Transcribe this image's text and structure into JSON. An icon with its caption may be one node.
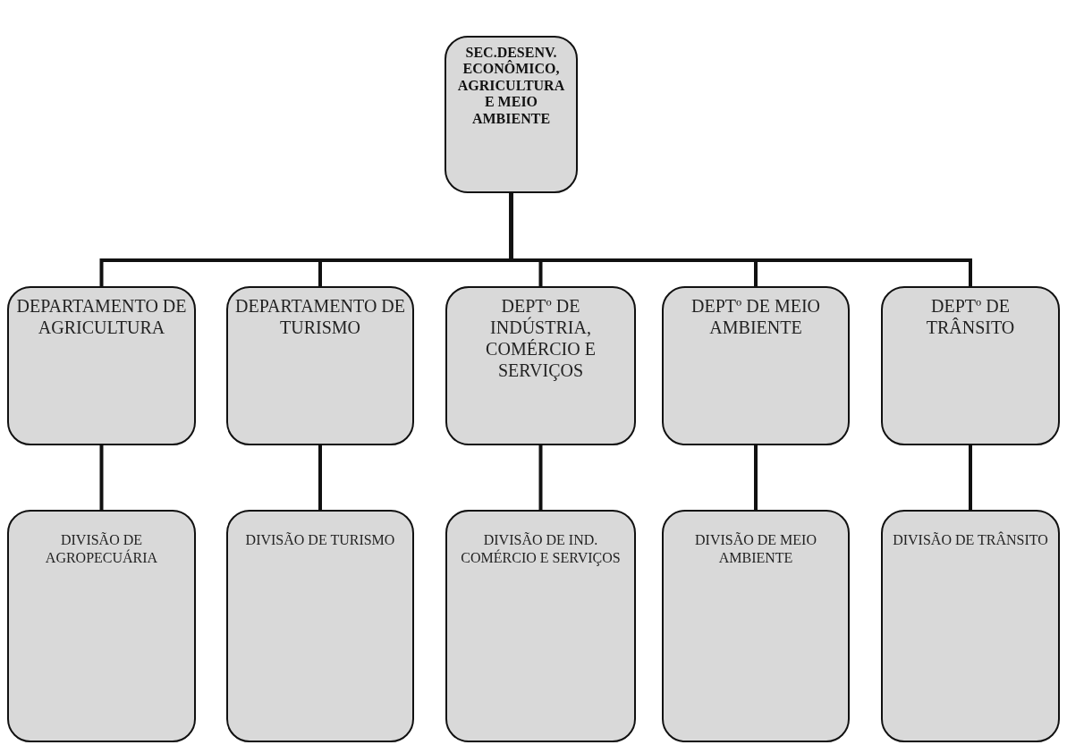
{
  "diagram": {
    "nodes": [
      {
        "text": [
          "SEC.DESENV. ECONÔMICO, AGRICULTURA E MEIO AMBIENTE"
        ]
      },
      {
        "text": [
          "DEPARTAMENTO DE AGRICULTURA"
        ]
      },
      {
        "text": [
          "DEPARTAMENTO DE TURISMO"
        ]
      },
      {
        "text": [
          "DEPTº DE INDÚSTRIA, COMÉRCIO E SERVIÇOS"
        ]
      },
      {
        "text": [
          "DEPTº DE MEIO AMBIENTE"
        ]
      },
      {
        "text": [
          "DEPTº DE TRÂNSITO"
        ]
      },
      {
        "text": [
          "DIVISÃO DE AGROPECUÁRIA"
        ]
      },
      {
        "text": [
          "DIVISÃO DE TURISMO"
        ]
      },
      {
        "text": [
          "DIVISÃO DE IND. COMÉRCIO E SERVIÇOS"
        ]
      },
      {
        "text": [
          "DIVISÃO DE MEIO AMBIENTE"
        ]
      },
      {
        "text": [
          "DIVISÃO DE TRÂNSITO"
        ]
      }
    ],
    "edges": [
      {
        "from": 0,
        "to": 1,
        "arrow": "none"
      },
      {
        "from": 0,
        "to": 2,
        "arrow": "none"
      },
      {
        "from": 0,
        "to": 3,
        "arrow": "none"
      },
      {
        "from": 0,
        "to": 4,
        "arrow": "none"
      },
      {
        "from": 0,
        "to": 5,
        "arrow": "none"
      },
      {
        "from": 1,
        "to": 6,
        "arrow": "none"
      },
      {
        "from": 2,
        "to": 7,
        "arrow": "none"
      },
      {
        "from": 3,
        "to": 8,
        "arrow": "none"
      },
      {
        "from": 4,
        "to": 9,
        "arrow": "none"
      },
      {
        "from": 5,
        "to": 10,
        "arrow": "none"
      }
    ]
  }
}
